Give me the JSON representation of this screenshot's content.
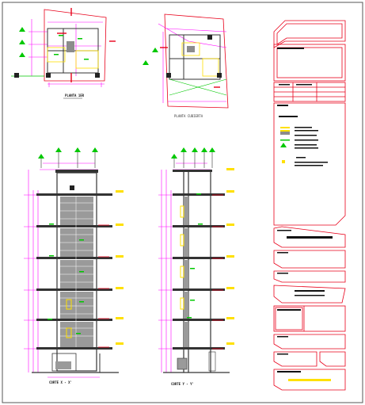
{
  "colors": {
    "border": "#444444",
    "red": "#e8001a",
    "magenta": "#ff00ff",
    "green": "#00c800",
    "yellow": "#ffe000",
    "gray": "#8c8c8c",
    "dark": "#222222"
  },
  "labels": {
    "plan_left": "PLANTA 1ER",
    "plan_right": "PLANTA CUBIERTA",
    "section_left": "CORTE X - X'",
    "section_right": "CORTE Y - Y'"
  }
}
